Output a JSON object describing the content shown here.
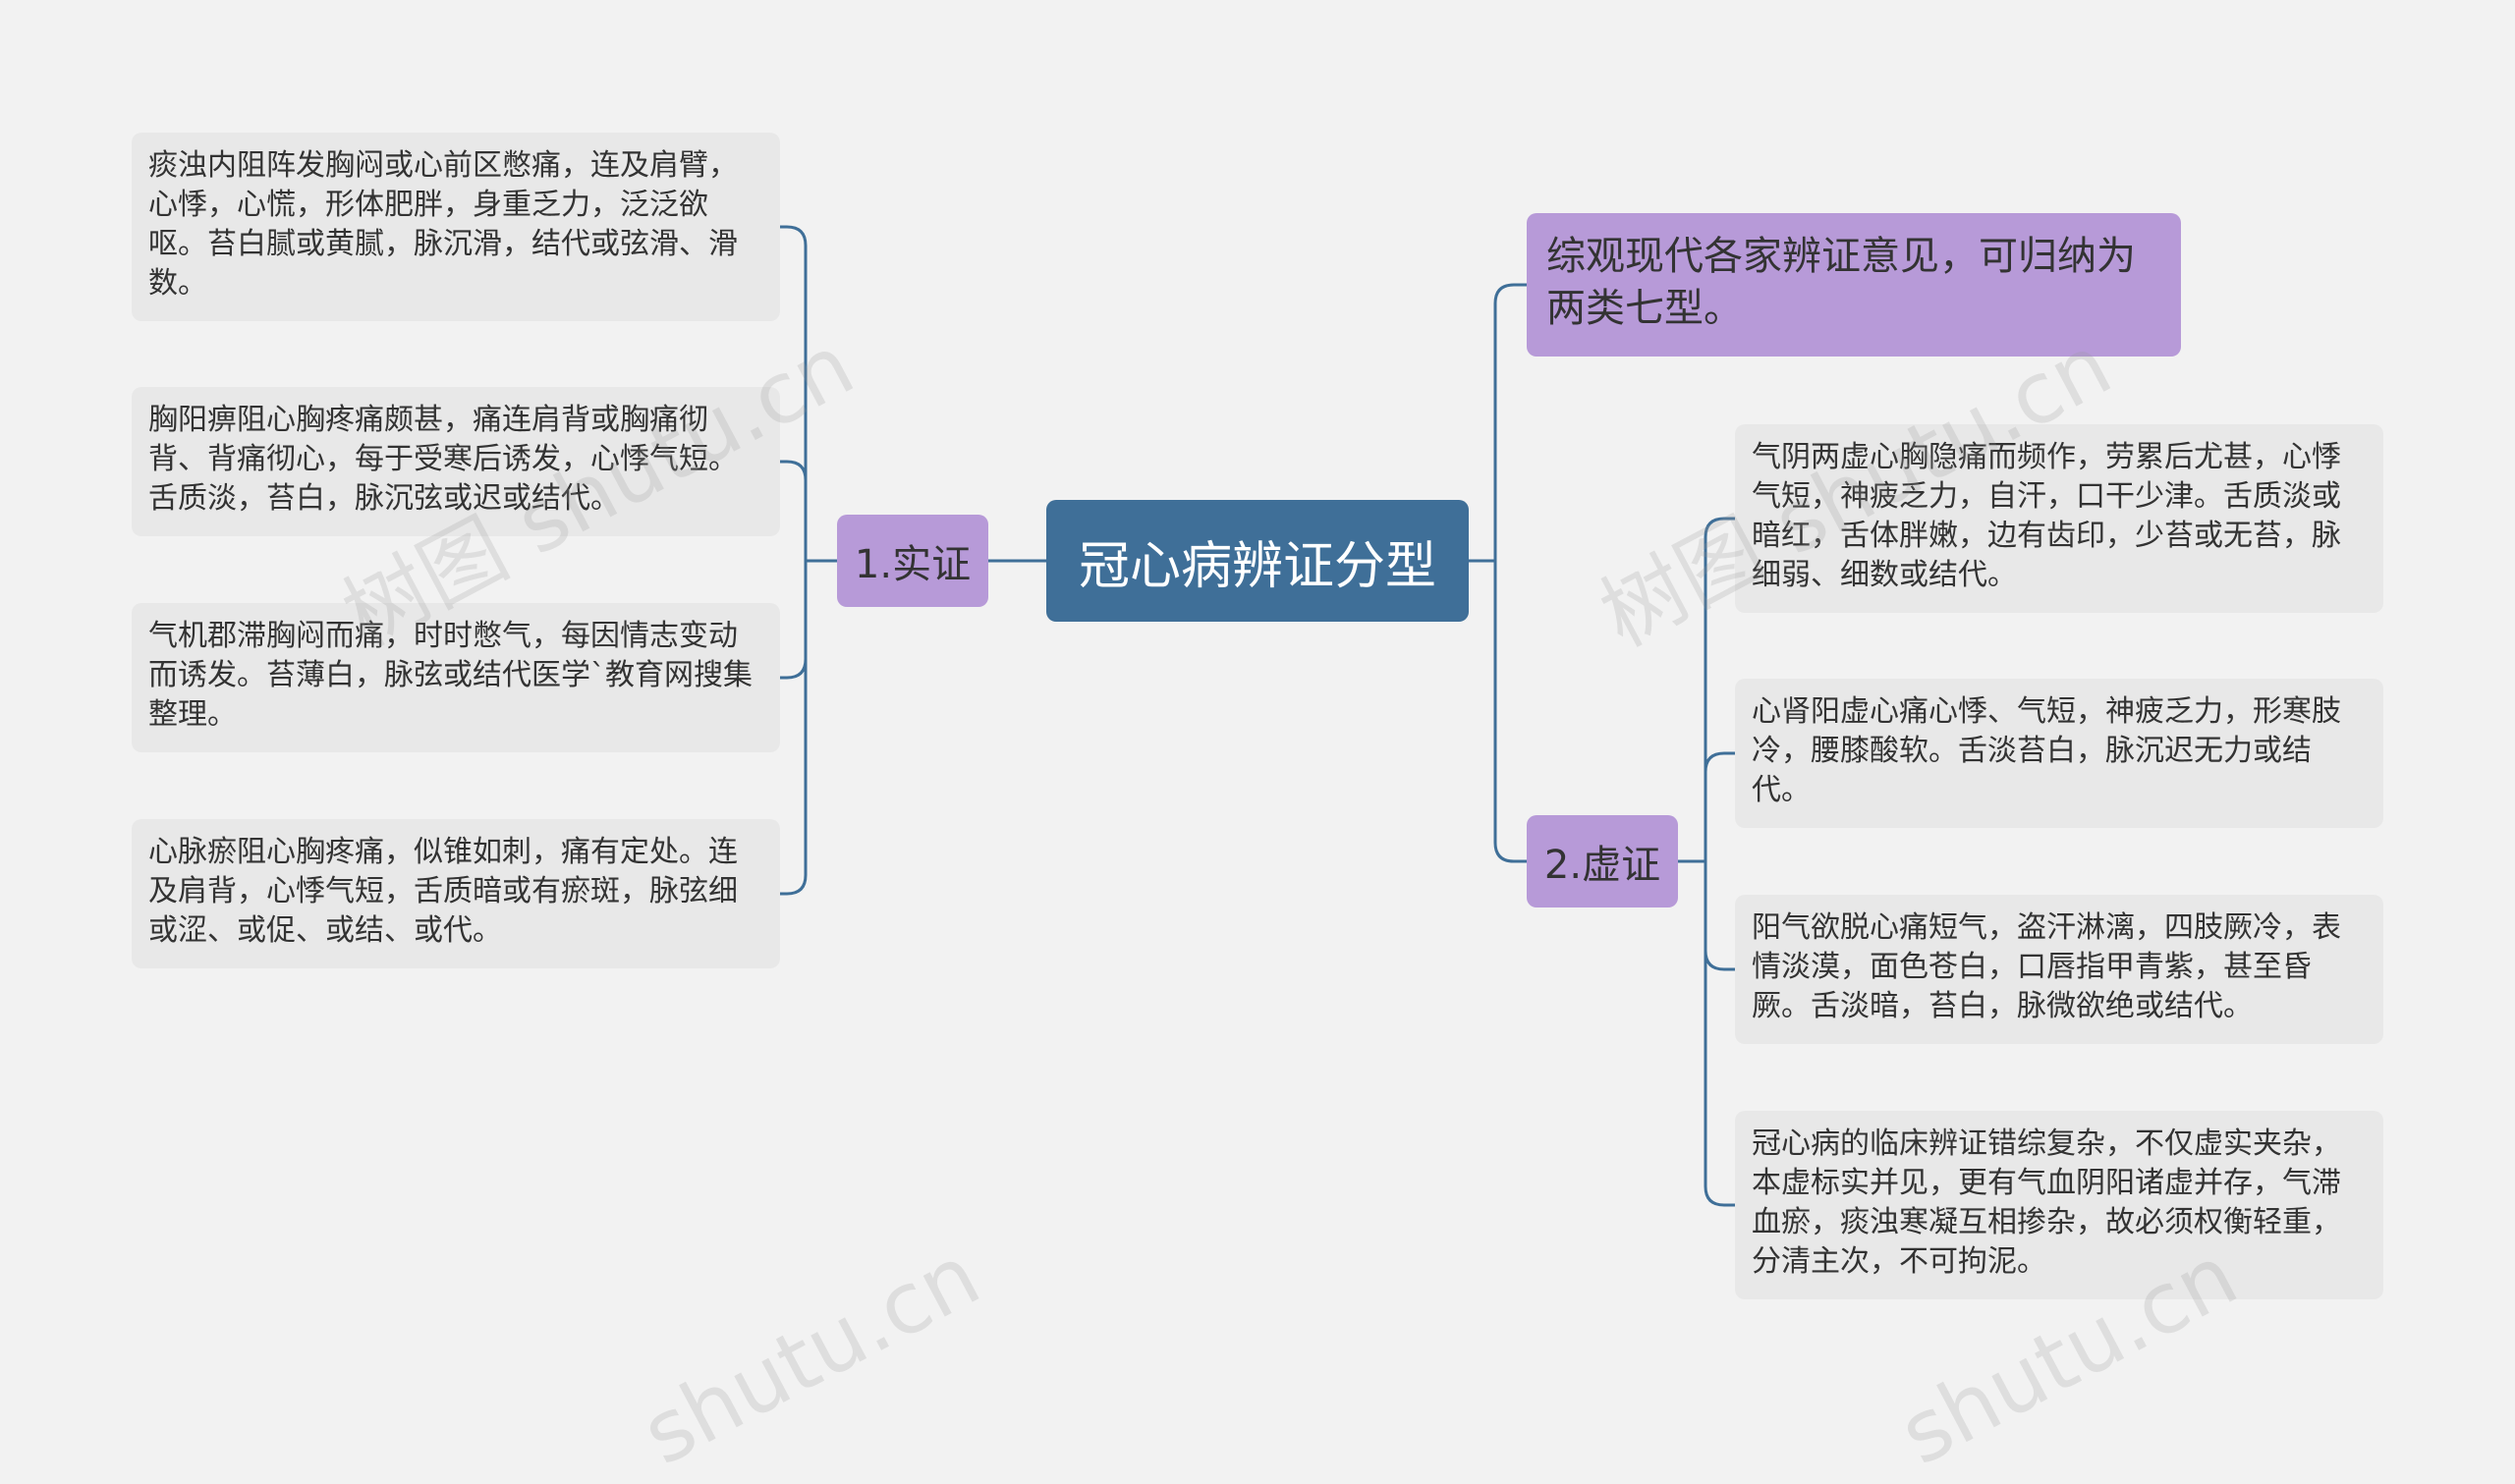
{
  "root": {
    "label": "冠心病辨证分型"
  },
  "summary": {
    "text": "综观现代各家辨证意见，可归纳为两类七型。"
  },
  "branches": [
    {
      "label": "1.实证",
      "items": [
        "痰浊内阻阵发胸闷或心前区憋痛，连及肩臂，心悸，心慌，形体肥胖，身重乏力，泛泛欲呕。苔白腻或黄腻，脉沉滑，结代或弦滑、滑数。",
        "胸阳痹阻心胸疼痛颇甚，痛连肩背或胸痛彻背、背痛彻心，每于受寒后诱发，心悸气短。舌质淡，苔白，脉沉弦或迟或结代。",
        "气机郡滞胸闷而痛，时时憋气，每因情志变动而诱发。苔薄白，脉弦或结代医学`教育网搜集整理。",
        "心脉瘀阻心胸疼痛，似锥如刺，痛有定处。连及肩背，心悸气短，舌质暗或有瘀斑，脉弦细或涩、或促、或结、或代。"
      ]
    },
    {
      "label": "2.虚证",
      "items": [
        "气阴两虚心胸隐痛而频作，劳累后尤甚，心悸气短，神疲乏力，自汗，口干少津。舌质淡或暗红，舌体胖嫩，边有齿印，少苔或无苔，脉细弱、细数或结代。",
        "心肾阳虚心痛心悸、气短，神疲乏力，形寒肢冷，腰膝酸软。舌淡苔白，脉沉迟无力或结代。",
        "阳气欲脱心痛短气，盗汗淋漓，四肢厥冷，表情淡漠，面色苍白，口唇指甲青紫，甚至昏厥。舌淡暗，苔白，脉微欲绝或结代。",
        "冠心病的临床辨证错综复杂，不仅虚实夹杂，本虚标实并见，更有气血阴阳诸虚并存，气滞血瘀，痰浊寒凝互相掺杂，故必须权衡轻重，分清主次，不可拘泥。"
      ]
    }
  ],
  "watermarks": [
    "树图 shutu.cn",
    "树图 shutu.cn",
    "shutu.cn",
    "shutu.cn"
  ],
  "colors": {
    "background": "#f2f2f2",
    "root": "#3f6f98",
    "branch": "#b79ad8",
    "leaf": "#e8e8e8",
    "connector": "#3f6f98"
  }
}
